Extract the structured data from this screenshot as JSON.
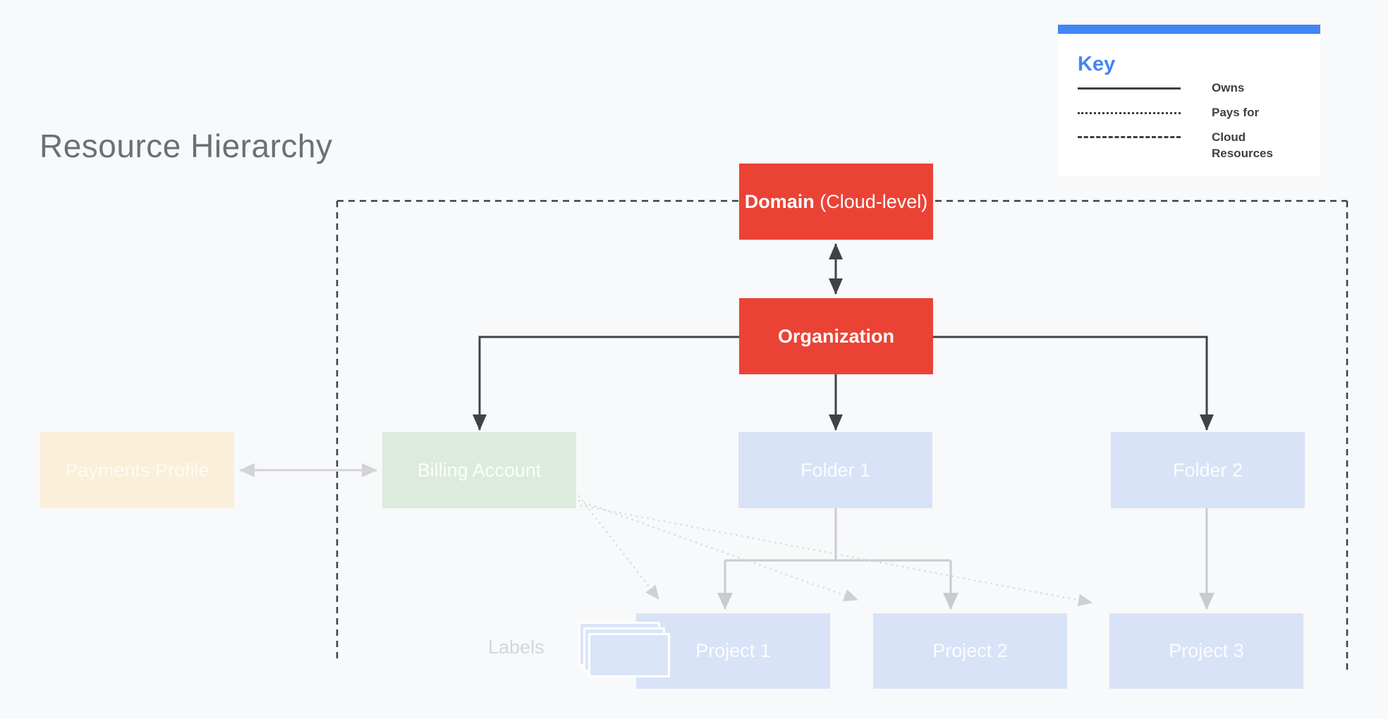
{
  "title": "Resource Hierarchy",
  "key": {
    "title": "Key",
    "items": [
      {
        "style": "solid",
        "label": "Owns"
      },
      {
        "style": "dotted",
        "label": "Pays for"
      },
      {
        "style": "dashed",
        "label": "Cloud Resources"
      }
    ]
  },
  "nodes": {
    "domain": {
      "bold": "Domain",
      "rest": "(Cloud-level)"
    },
    "organization": {
      "label": "Organization"
    },
    "payments_profile": {
      "label": "Payments Profile"
    },
    "billing_account": {
      "label": "Billing Account"
    },
    "folder1": {
      "label": "Folder 1"
    },
    "folder2": {
      "label": "Folder 2"
    },
    "project1": {
      "label": "Project 1"
    },
    "project2": {
      "label": "Project 2"
    },
    "project3": {
      "label": "Project 3"
    }
  },
  "captions": {
    "labels": "Labels"
  },
  "icons": {
    "labels_stack": "stacked-cards-icon"
  },
  "colors": {
    "background": "#f8f9fa",
    "node_red": "#ea4335",
    "node_blue": "#d9e3f7",
    "node_green": "#dcebdd",
    "node_cream": "#faefd9",
    "key_accent_blue": "#4285f4",
    "dark_line": "#3c4043",
    "light_line": "#c9cbce",
    "dotted_line": "#dadbdd",
    "title_gray": "#6c7074"
  }
}
